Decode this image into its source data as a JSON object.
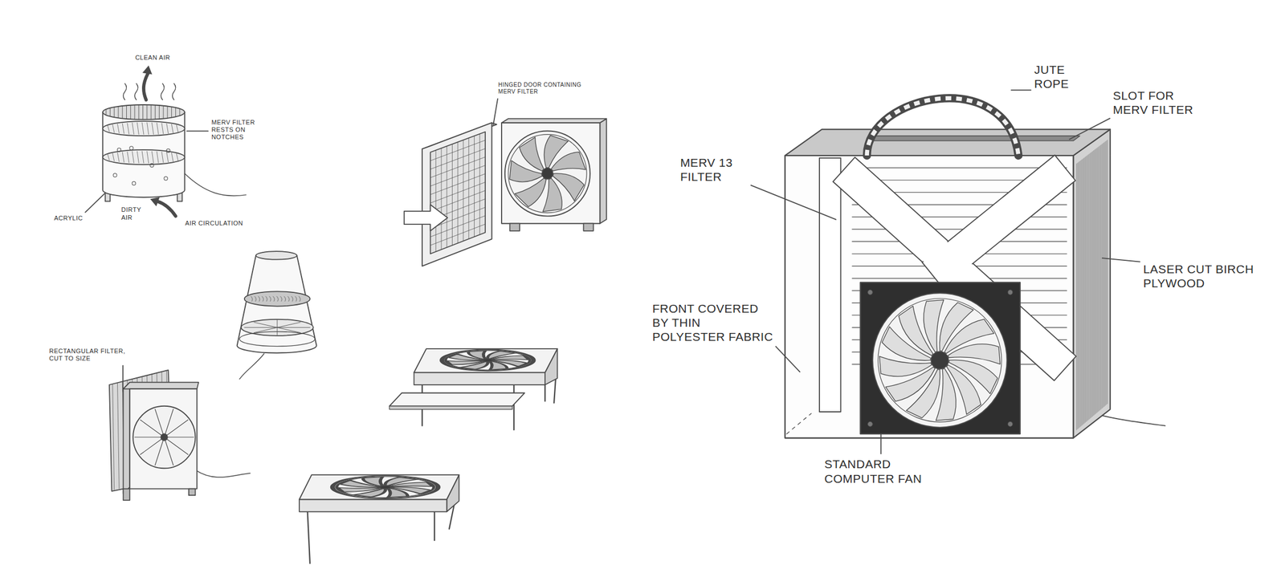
{
  "diagram": {
    "labels": [
      "CLEAN AIR",
      "MERV FILTER RESTS ON NOTCHES",
      "ACRYLIC",
      "DIRTY AIR",
      "AIR CIRCULATION",
      "HINGED DOOR CONTAINING MERV FILTER",
      "RECTANGULAR FILTER, CUT TO SIZE",
      "JUTE ROPE",
      "SLOT FOR MERV FILTER",
      "MERV 13 FILTER",
      "LASER CUT BIRCH PLYWOOD",
      "FRONT COVERED BY THIN POLYESTER FABRIC",
      "STANDARD COMPUTER FAN"
    ]
  }
}
